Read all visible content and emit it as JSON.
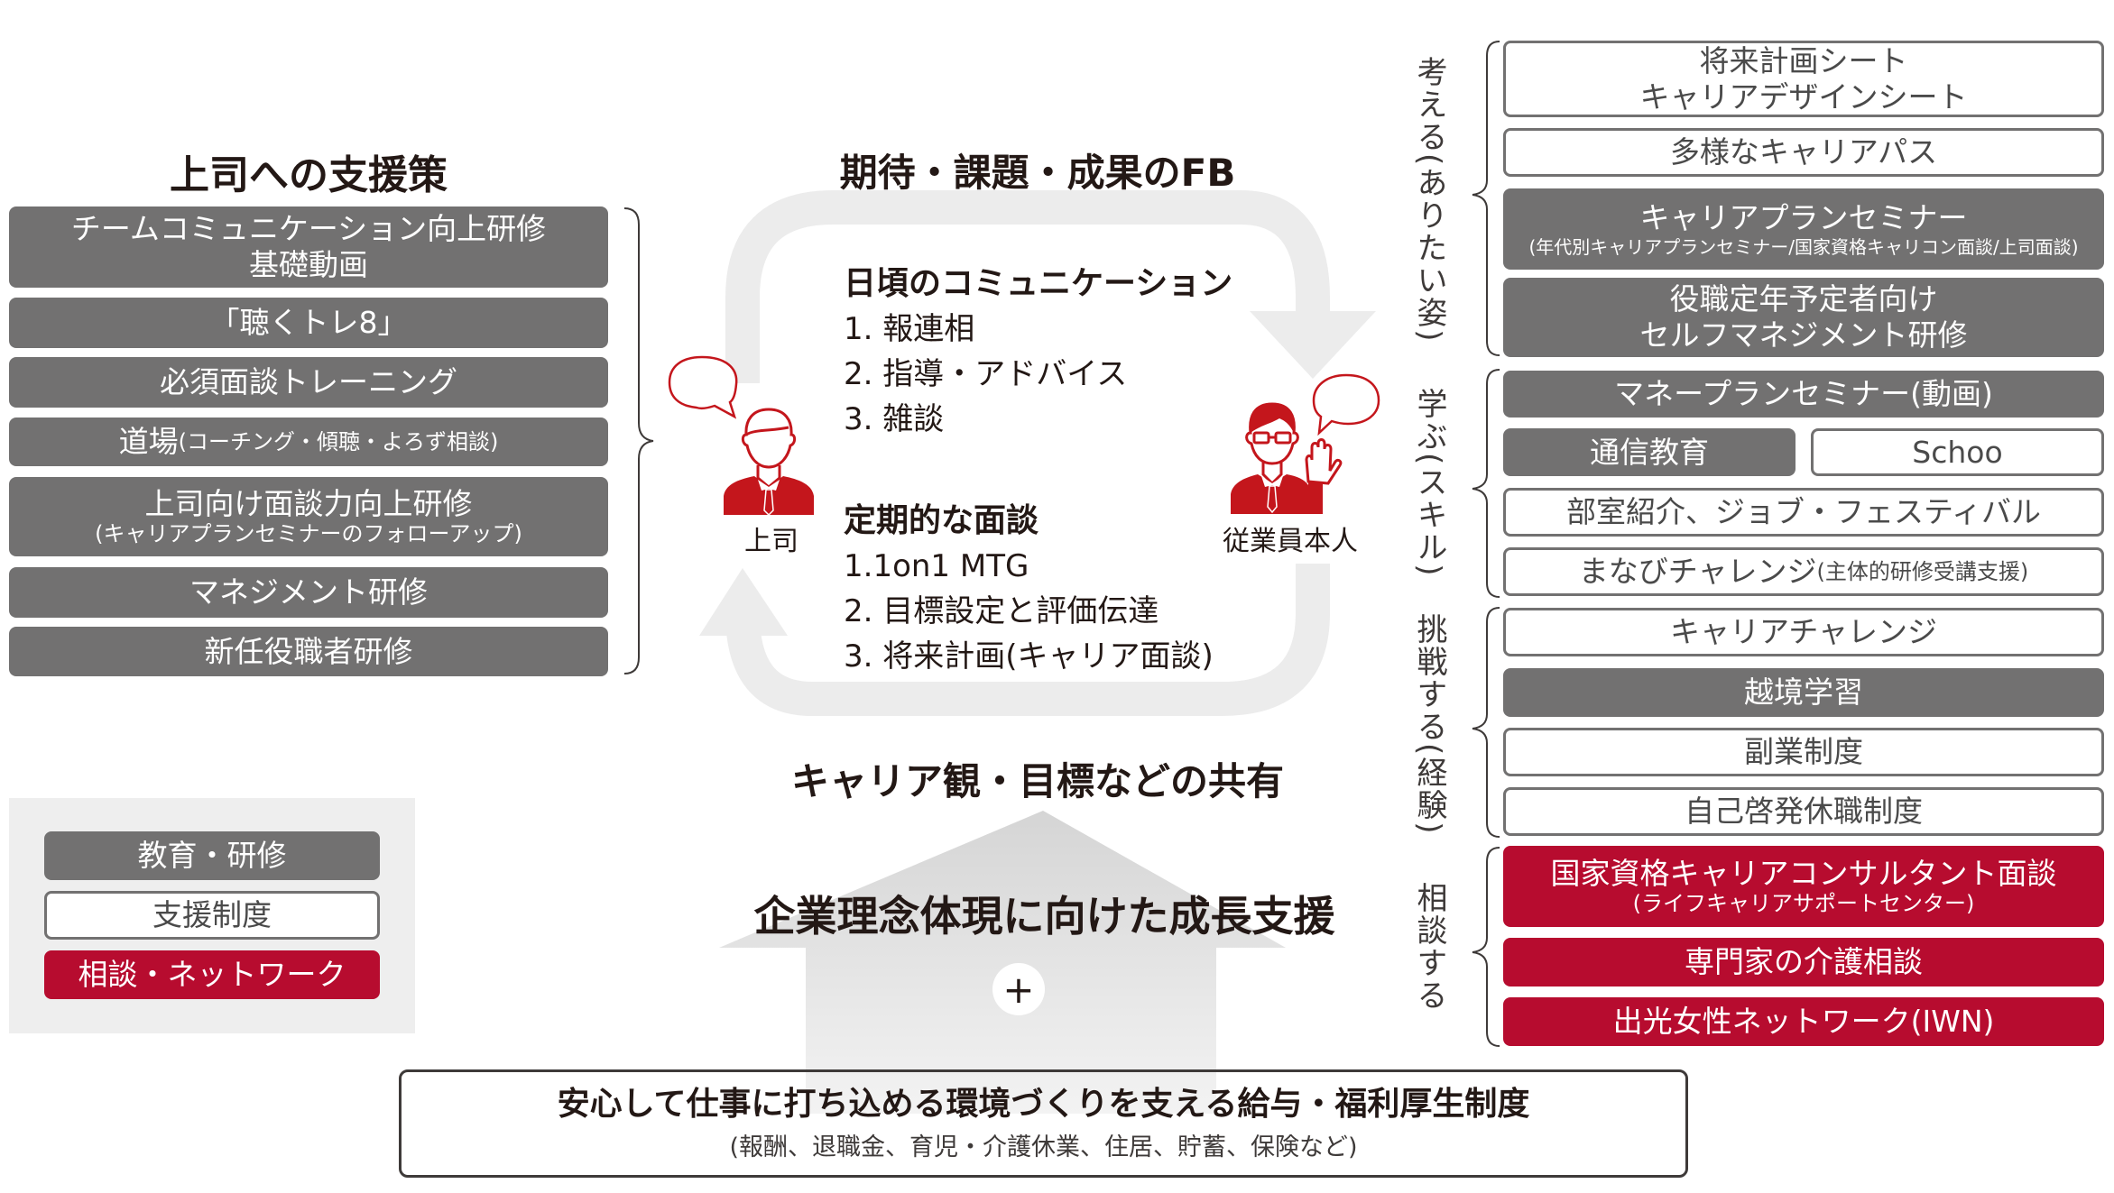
{
  "left": {
    "title": "上司への支援策",
    "items": [
      {
        "line1": "チームコミュニケーション向上研修",
        "line2": "基礎動画",
        "type": "education"
      },
      {
        "line1": "「聴くトレ8」",
        "type": "education"
      },
      {
        "line1": "必須面談トレーニング",
        "type": "education"
      },
      {
        "line1": "道場",
        "line1_small": "(コーチング・傾聴・よろず相談)",
        "type": "education"
      },
      {
        "line1": "上司向け面談力向上研修",
        "line2": "(キャリアプランセミナーのフォローアップ)",
        "type": "education"
      },
      {
        "line1": "マネジメント研修",
        "type": "education"
      },
      {
        "line1": "新任役職者研修",
        "type": "education"
      }
    ]
  },
  "legend": {
    "items": [
      {
        "label": "教育・研修",
        "type": "education"
      },
      {
        "label": "支援制度",
        "type": "support"
      },
      {
        "label": "相談・ネットワーク",
        "type": "consult"
      }
    ]
  },
  "center": {
    "top_label": "期待・課題・成果のFB",
    "bottom_label": "キャリア観・目標などの共有",
    "daily": {
      "heading": "日頃のコミュニケーション",
      "items": [
        "1. 報連相",
        "2. 指導・アドバイス",
        "3. 雑談"
      ]
    },
    "regular": {
      "heading": "定期的な面談",
      "items": [
        "1.1on1 MTG",
        "2. 目標設定と評価伝達",
        "3. 将来計画(キャリア面談)"
      ]
    },
    "boss_label": "上司",
    "employee_label": "従業員本人",
    "growth_label": "企業理念体現に向けた成長支援",
    "plus": "+",
    "welfare": {
      "title": "安心して仕事に打ち込める環境づくりを支える給与・福利厚生制度",
      "subtitle": "(報酬、退職金、育児・介護休業、住居、貯蓄、保険など)"
    }
  },
  "right": {
    "groups": [
      {
        "label": "考える(ありたい姿)"
      },
      {
        "label": "学ぶ(スキル)"
      },
      {
        "label": "挑戦する(経験)"
      },
      {
        "label": "相談する"
      }
    ],
    "items": [
      {
        "line1": "将来計画シート",
        "line2": "キャリアデザインシート",
        "type": "support"
      },
      {
        "line1": "多様なキャリアパス",
        "type": "support"
      },
      {
        "line1": "キャリアプランセミナー",
        "line2": "(年代別キャリアプランセミナー/国家資格キャリコン面談/上司面談)",
        "type": "education"
      },
      {
        "line1": "役職定年予定者向け",
        "line2": "セルフマネジメント研修",
        "type": "education"
      },
      {
        "line1": "マネープランセミナー(動画)",
        "type": "education"
      },
      {
        "line1": "通信教育",
        "type": "education"
      },
      {
        "line1": "Schoo",
        "type": "support"
      },
      {
        "line1": "部室紹介、ジョブ・フェスティバル",
        "type": "support"
      },
      {
        "line1": "まなびチャレンジ",
        "line1_small": "(主体的研修受講支援)",
        "type": "support"
      },
      {
        "line1": "キャリアチャレンジ",
        "type": "support"
      },
      {
        "line1": "越境学習",
        "type": "education"
      },
      {
        "line1": "副業制度",
        "type": "support"
      },
      {
        "line1": "自己啓発休職制度",
        "type": "support"
      },
      {
        "line1": "国家資格キャリアコンサルタント面談",
        "line2": "(ライフキャリアサポートセンター)",
        "type": "consult"
      },
      {
        "line1": "専門家の介護相談",
        "type": "consult"
      },
      {
        "line1": "出光女性ネットワーク(IWN)",
        "type": "consult"
      }
    ]
  },
  "colors": {
    "education": "#727171",
    "support_border": "#727171",
    "consult": "#b70c2f",
    "accent_red": "#c4161c",
    "arrow_gray": "#ececec",
    "legend_bg": "#eeeeee"
  }
}
